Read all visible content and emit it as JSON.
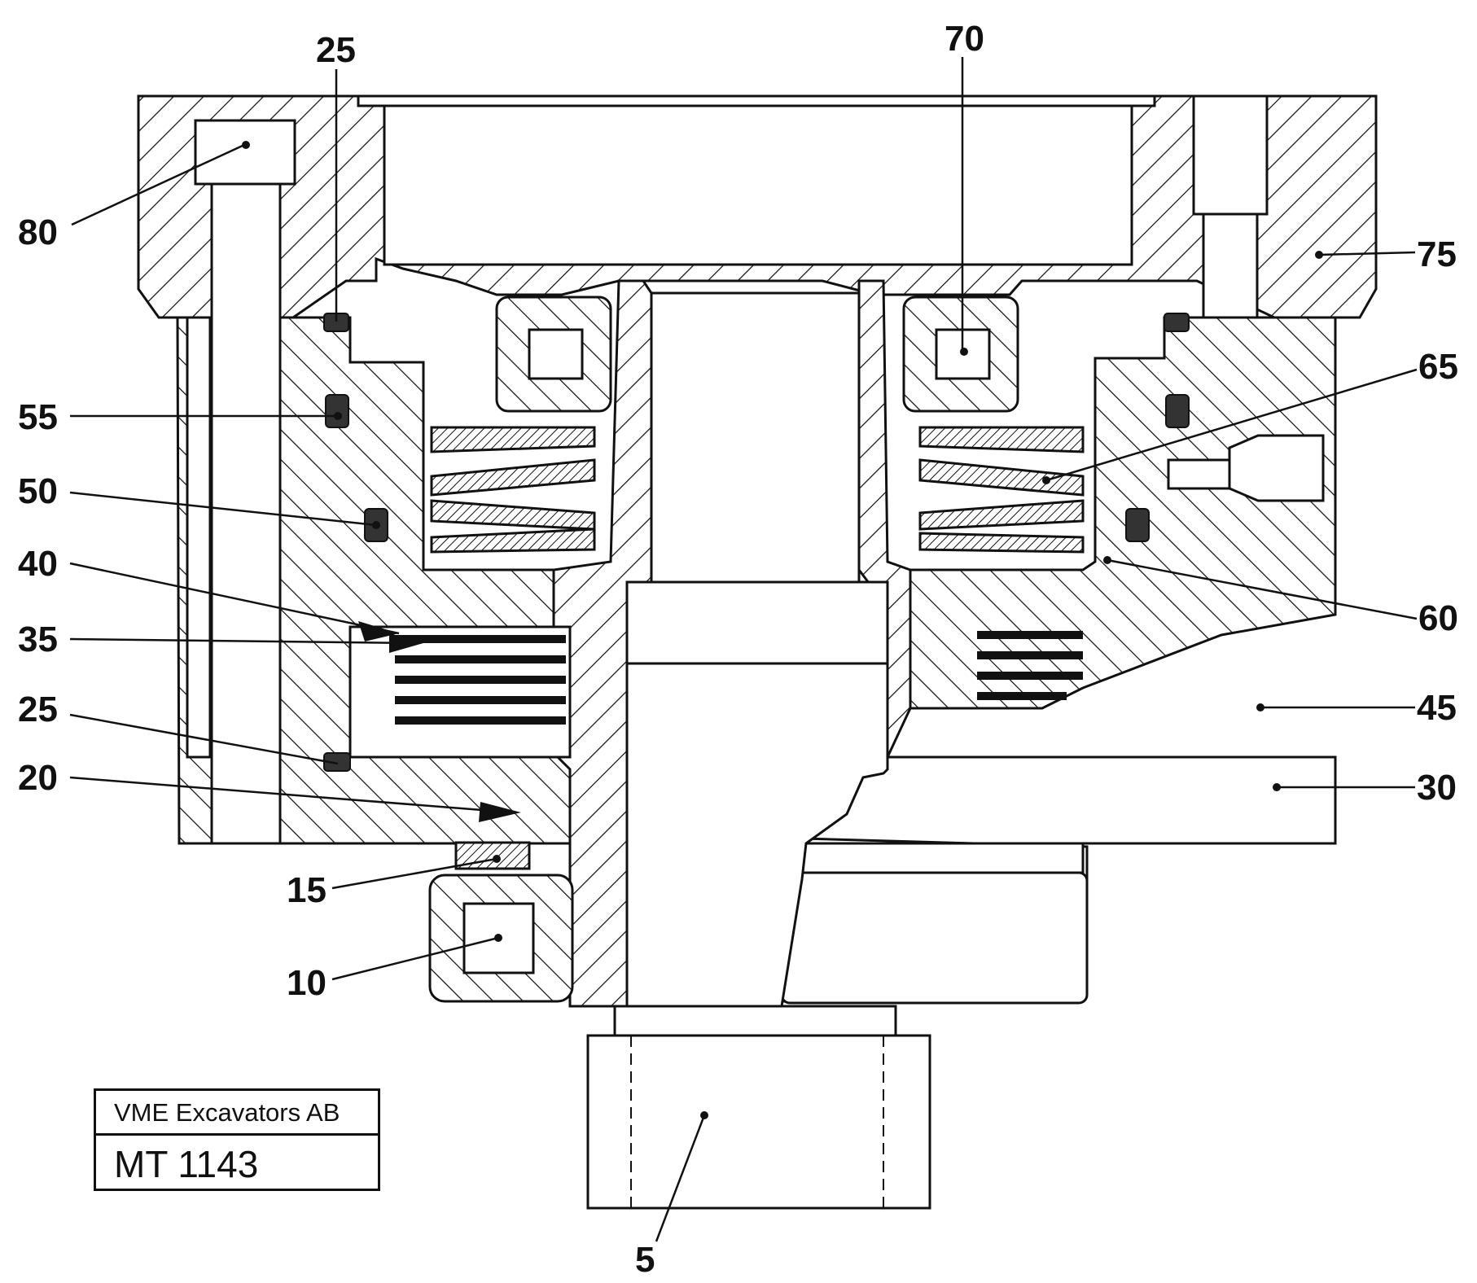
{
  "title_block": {
    "company": "VME Excavators AB",
    "drawing_number": "MT 1143"
  },
  "callouts": [
    {
      "id": "c80",
      "label": "80"
    },
    {
      "id": "c25-top",
      "label": "25"
    },
    {
      "id": "c70",
      "label": "70"
    },
    {
      "id": "c75",
      "label": "75"
    },
    {
      "id": "c65",
      "label": "65"
    },
    {
      "id": "c55",
      "label": "55"
    },
    {
      "id": "c50",
      "label": "50"
    },
    {
      "id": "c40",
      "label": "40"
    },
    {
      "id": "c35",
      "label": "35"
    },
    {
      "id": "c60",
      "label": "60"
    },
    {
      "id": "c25-bottom",
      "label": "25"
    },
    {
      "id": "c45",
      "label": "45"
    },
    {
      "id": "c20",
      "label": "20"
    },
    {
      "id": "c30",
      "label": "30"
    },
    {
      "id": "c15",
      "label": "15"
    },
    {
      "id": "c10",
      "label": "10"
    },
    {
      "id": "c5",
      "label": "5"
    }
  ]
}
